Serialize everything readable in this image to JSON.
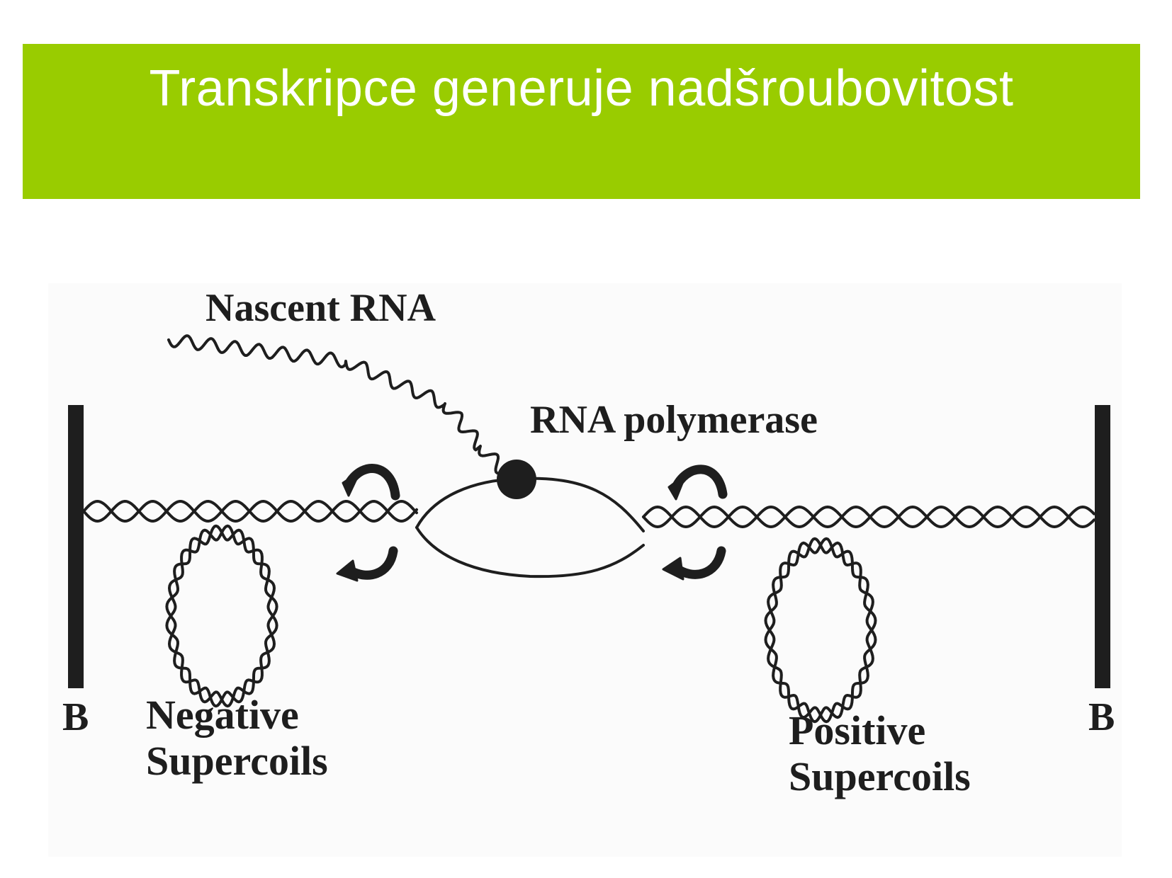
{
  "slide": {
    "title": "Transkripce generuje nadšroubovitost",
    "banner_color": "#99cc00"
  },
  "diagram": {
    "labels": {
      "nascent_rna": "Nascent RNA",
      "rna_polymerase": "RNA polymerase",
      "barrier_left": "B",
      "barrier_right": "B",
      "negative_line1": "Negative",
      "negative_line2": "Supercoils",
      "positive_line1": "Positive",
      "positive_line2": "Supercoils"
    },
    "ink_color": "#1e1e1e"
  }
}
